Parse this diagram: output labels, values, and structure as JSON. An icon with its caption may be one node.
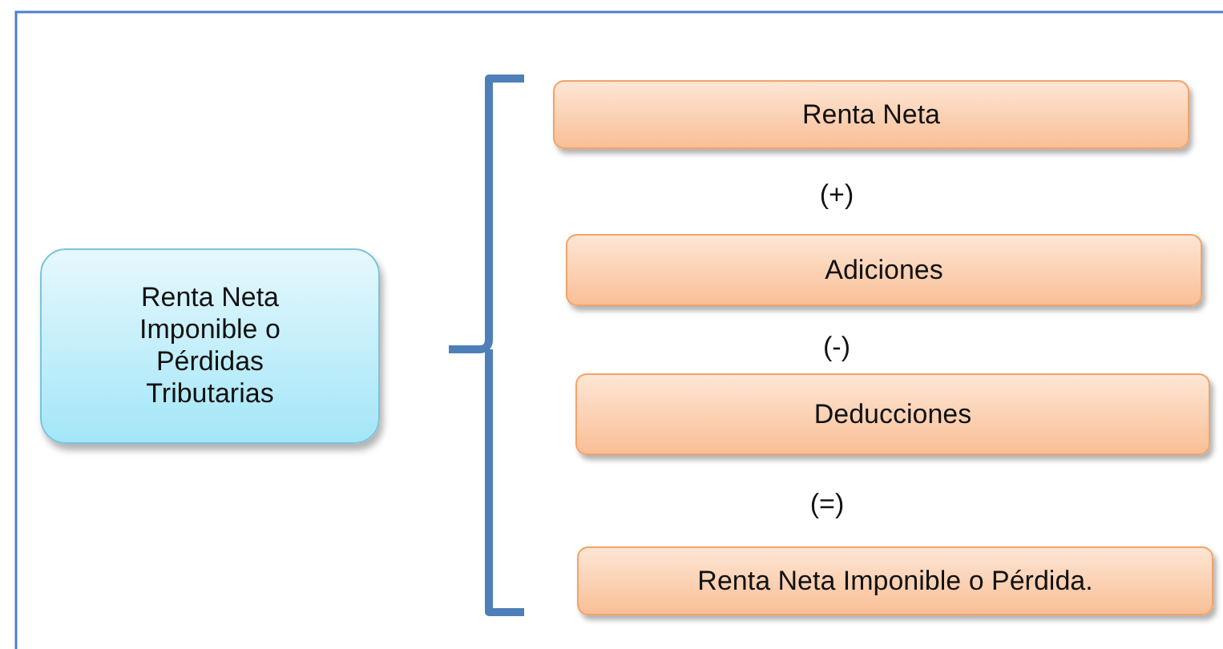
{
  "diagram": {
    "nodes": [
      {
        "text": [
          "Renta Neta Imponible o Pérdidas Tributarias"
        ]
      },
      {
        "text": [
          "Renta Neta"
        ]
      },
      {
        "text": [
          "Adiciones"
        ]
      },
      {
        "text": [
          "Deducciones"
        ]
      },
      {
        "text": [
          "Renta Neta Imponible o Pérdida."
        ]
      }
    ],
    "labels": [
      "(+)",
      "(-)",
      "(=)"
    ]
  }
}
